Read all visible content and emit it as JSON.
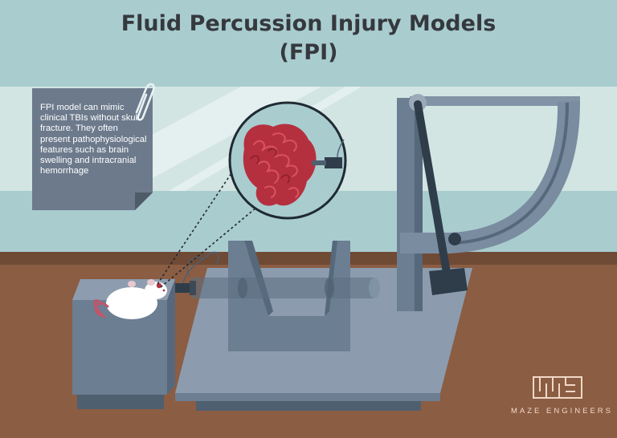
{
  "title": {
    "line1": "Fluid Percussion Injury Models",
    "line2": "(FPI)"
  },
  "note": {
    "text": "FPI model can mimic clinical TBIs without skull fracture. They often present pathophysiological features such as brain swelling and intracranial hemorrhage"
  },
  "logo": {
    "text": "MAZE ENGINEERS"
  },
  "colors": {
    "sky_top": "#a9cccf",
    "wall": "#d3e5e3",
    "floor": "#8b5d43",
    "machine_gray": "#6e8192",
    "brain_red": "#b5303f",
    "title_text": "#35393d",
    "note_bg": "#6c7a8c"
  },
  "icons": {
    "paperclip": "paperclip-icon",
    "logo_mark": "maze-engineers-logo-icon"
  }
}
